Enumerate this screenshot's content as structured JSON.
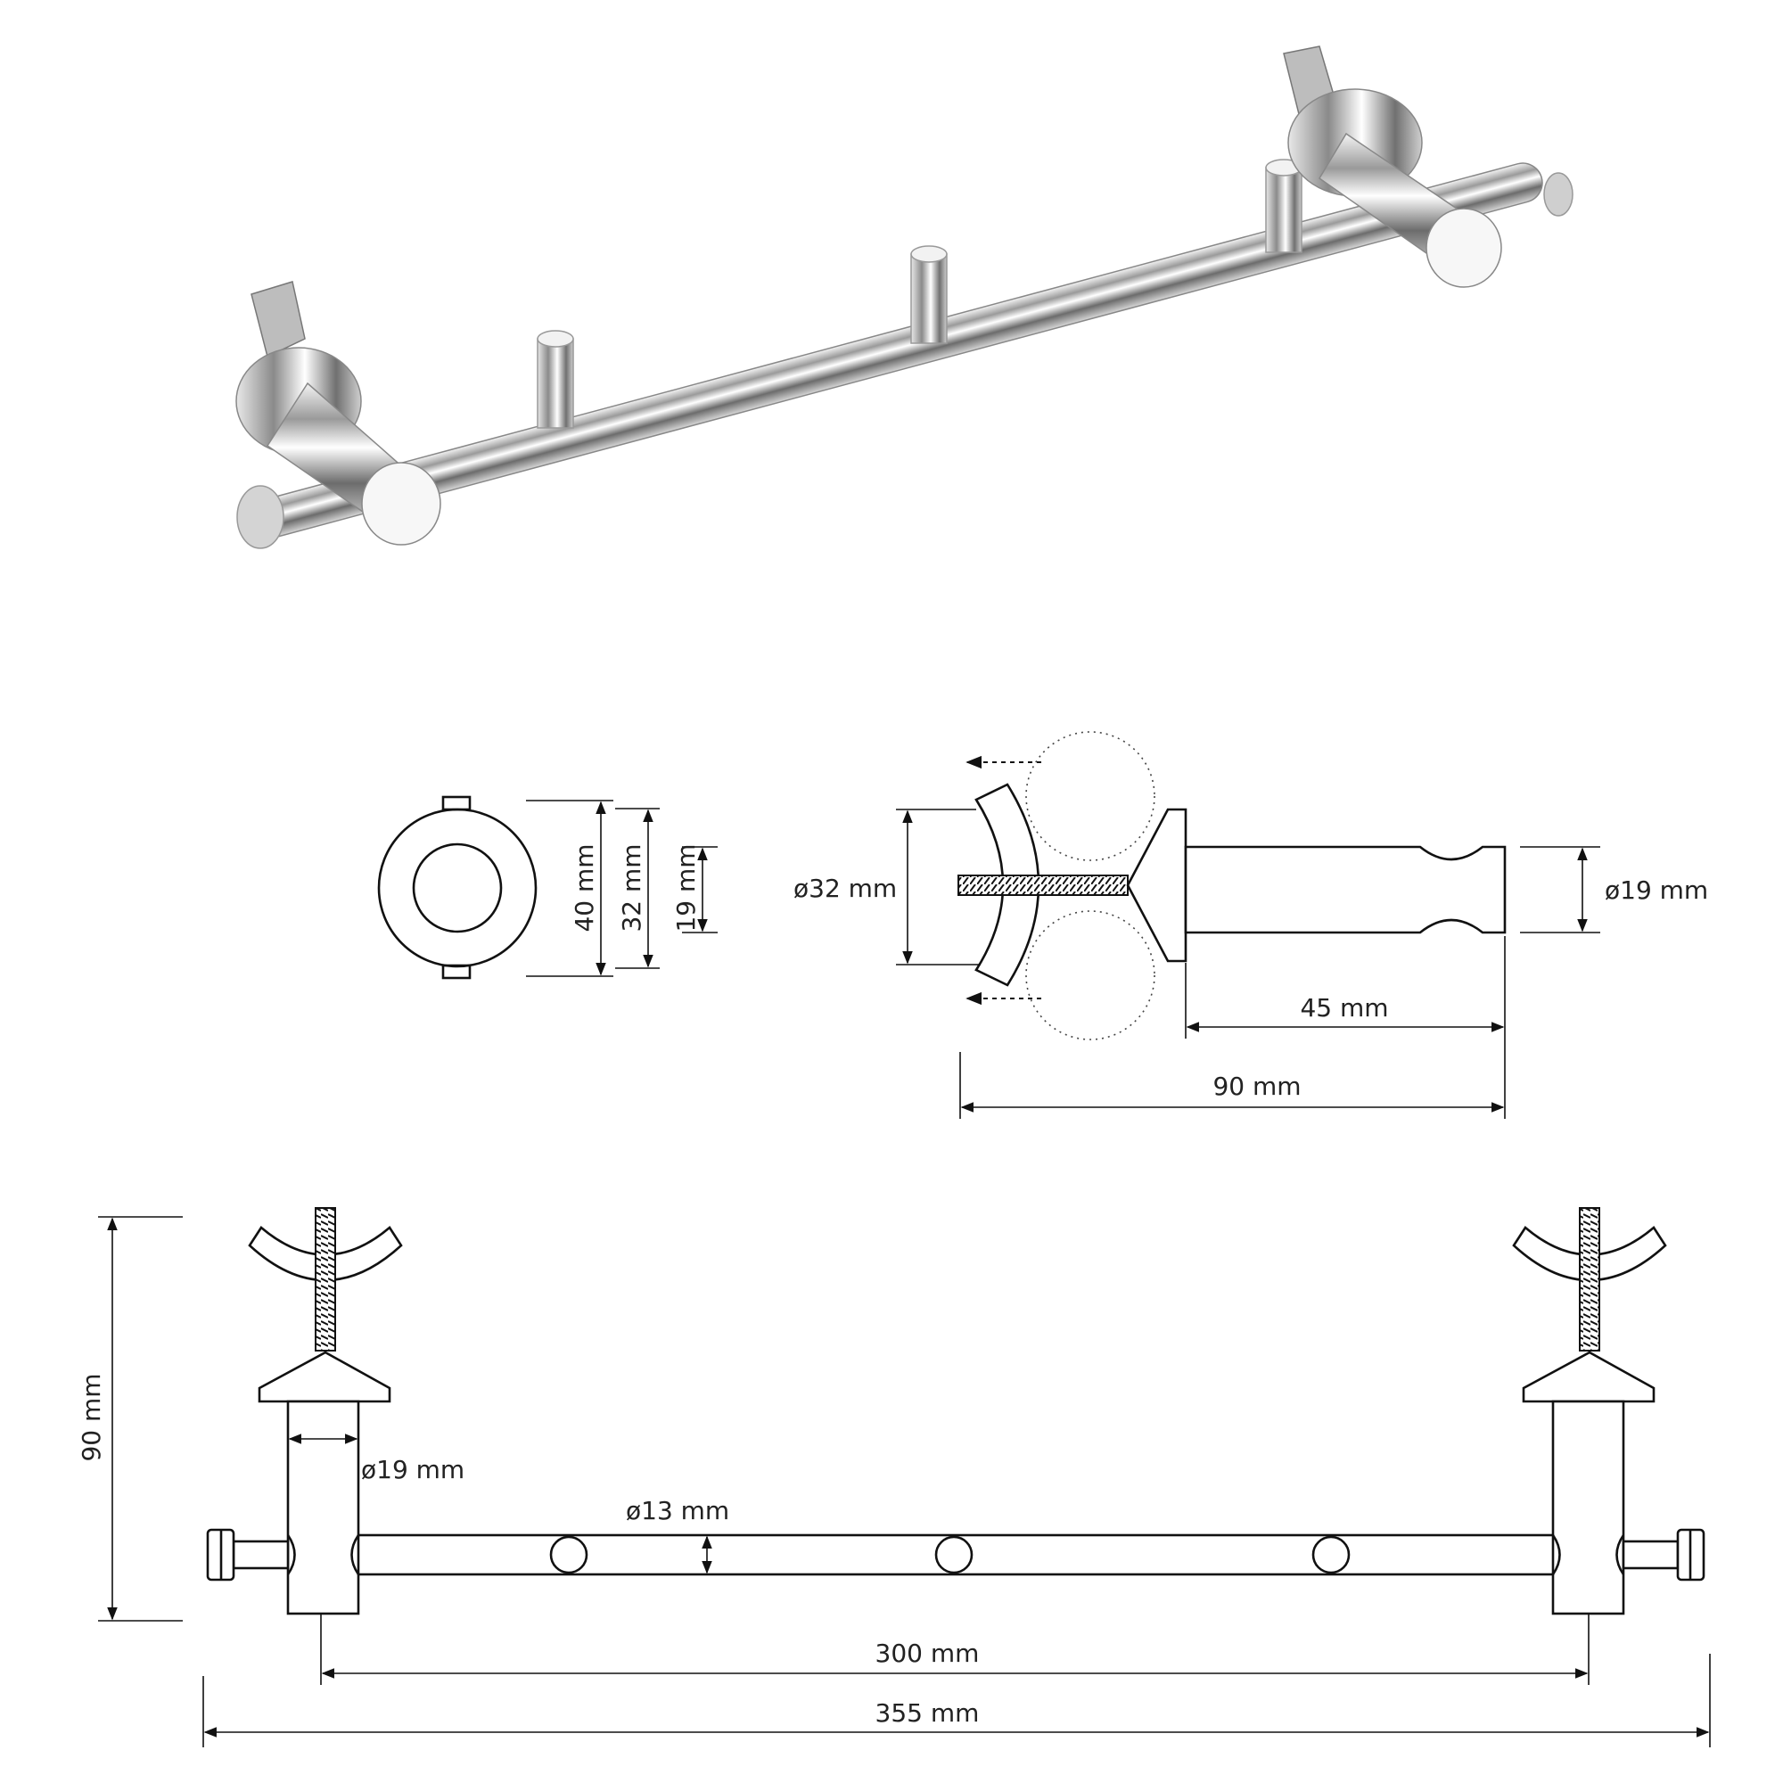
{
  "product_photo": {
    "alt_name": "chrome-towel-rail-with-hooks"
  },
  "front_view_labels": {
    "outer": "40 mm",
    "inner": "32 mm",
    "tube": "19 mm"
  },
  "side_view_labels": {
    "plate_diameter": "ø32 mm",
    "tube_diameter": "ø19 mm",
    "arm_length": "45 mm",
    "total_depth": "90 mm"
  },
  "top_view_labels": {
    "height": "90 mm",
    "post_diameter": "ø19 mm",
    "rail_diameter": "ø13 mm",
    "center_distance": "300 mm",
    "overall_length": "355 mm"
  }
}
